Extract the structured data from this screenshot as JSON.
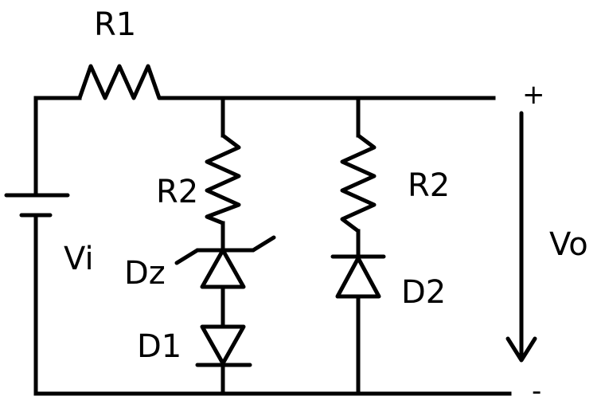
{
  "labels": {
    "r1": "R1",
    "r2_left": "R2",
    "r2_right": "R2",
    "vi": "Vi",
    "dz": "Dz",
    "d1": "D1",
    "d2": "D2",
    "vo": "Vo",
    "plus": "+",
    "minus": "-"
  },
  "colors": {
    "stroke": "#000000",
    "background": "#ffffff"
  }
}
